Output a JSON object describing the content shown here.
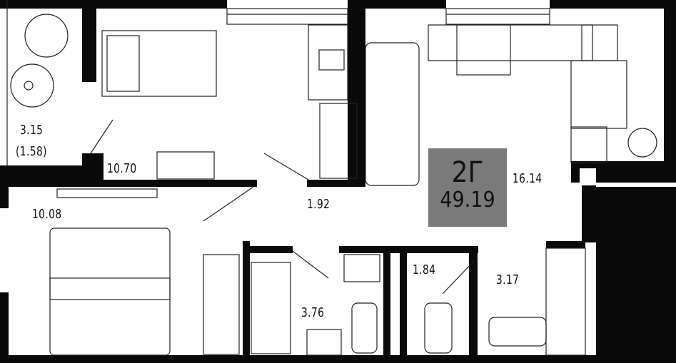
{
  "apartment": {
    "type": "2Г",
    "total_area": "49.19"
  },
  "rooms": [
    {
      "name": "balcony",
      "area": "3.15",
      "reduced_area": "(1.58)"
    },
    {
      "name": "bedroom-1",
      "area": "10.70"
    },
    {
      "name": "hall",
      "area": "1.92"
    },
    {
      "name": "kitchen-living",
      "area": "16.14"
    },
    {
      "name": "bedroom-2",
      "area": "10.08"
    },
    {
      "name": "bathroom",
      "area": "3.76"
    },
    {
      "name": "toilet",
      "area": "1.84"
    },
    {
      "name": "entrance",
      "area": "3.17"
    }
  ],
  "colors": {
    "wall": "#0a0a0a",
    "badge": "#7a7a7a"
  }
}
